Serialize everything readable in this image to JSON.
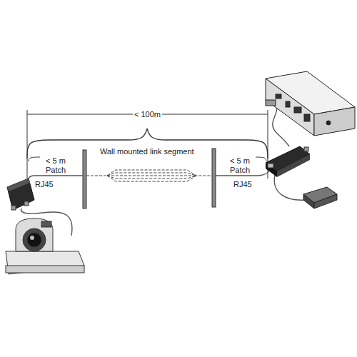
{
  "diagram": {
    "labels": [
      "< 100m",
      "Wall mounted link segment",
      "< 5 m Patch",
      "RJ45",
      "< 5 m Patch",
      "RJ45"
    ]
  }
}
